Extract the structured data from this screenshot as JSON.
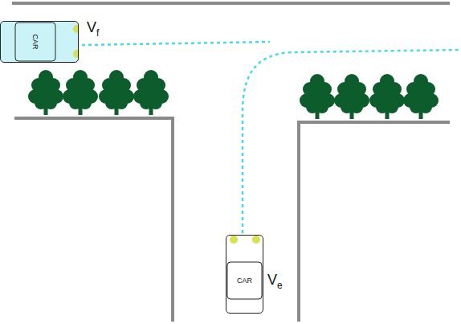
{
  "diagram": {
    "nodes": [
      {
        "text": [
          "CAR"
        ]
      },
      {
        "text": [
          "CAR"
        ]
      }
    ],
    "labels": [
      "Vf",
      "Ve"
    ]
  }
}
